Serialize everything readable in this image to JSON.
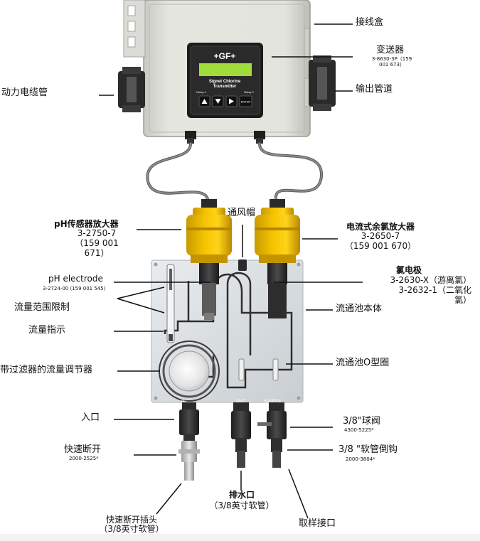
{
  "device": {
    "brand": "+GF+",
    "display_line1": "Signet Chlorine",
    "display_line2": "Transmitter",
    "relay1": "Relay 1",
    "relay2": "Relay 2",
    "enter": "ENTER"
  },
  "panel": {
    "in_mark": "IN",
    "out_mark": "OUT",
    "sample_mark": "SAMPLE"
  },
  "labels": {
    "junction_box": "接线盒",
    "transmitter": "变送器",
    "transmitter_code": "3-8630-3P（159\n001 673）",
    "power_conduit": "动力电缆管",
    "output_conduit": "输出管道",
    "vent_cap": "通风帽",
    "ph_amp": "pH传感器放大器",
    "ph_amp_code": "3-2750-7\n（159 001\n671）",
    "cl_amp": "电流式余氯放大器",
    "cl_amp_code": "3-2650-7\n（159 001 670）",
    "ph_electrode": "pH electrode",
    "ph_electrode_code": "3-2724-00 (159 001 545)",
    "cl_electrode": "氯电极",
    "cl_electrode_code": "3-2630-X（游离氯）\n3-2632-1（二氧化\n氯）",
    "flow_limit": "流量范围限制",
    "flow_cell_body": "流通池本体",
    "flow_indicator": "流量指示",
    "flow_regulator": "带过滤器的流量调节器",
    "flow_cell_oring": "流通池O型圈",
    "inlet": "入口",
    "ball_valve": "3/8\"球阀",
    "ball_valve_code": "4300-5225*",
    "quick_disconnect": "快速断开",
    "quick_disconnect_code": "2000-2525*",
    "hose_barb": "3/8 \"软管倒钩",
    "hose_barb_code": "2000-3804*",
    "drain": "排水口",
    "drain_sub": "（3/8英寸软管）",
    "qd_plug": "快速断开插头",
    "qd_plug_sub": "（3/8英寸软管）",
    "sample_port": "取样接口"
  }
}
